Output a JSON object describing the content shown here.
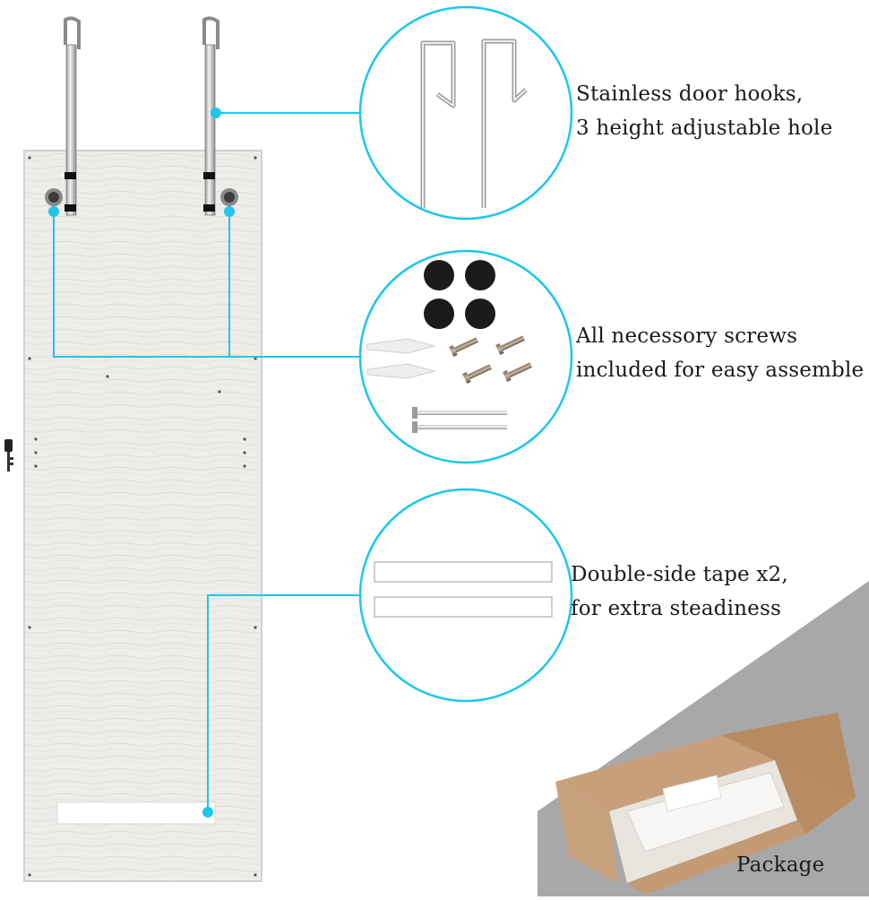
{
  "callouts": {
    "hooks": {
      "line1": "Stainless door hooks,",
      "line2": "3 height adjustable hole"
    },
    "screws": {
      "line1": "All necessory screws",
      "line2": "included for easy assemble"
    },
    "tape": {
      "line1": "Double-side tape x2,",
      "line2": "for extra steadiness"
    }
  },
  "package_label": "Package",
  "colors": {
    "accent": "#1cc7ec",
    "panel": "#eeece9",
    "gray_band": "#a8a8a8",
    "cardboard": "#c9a07a"
  }
}
